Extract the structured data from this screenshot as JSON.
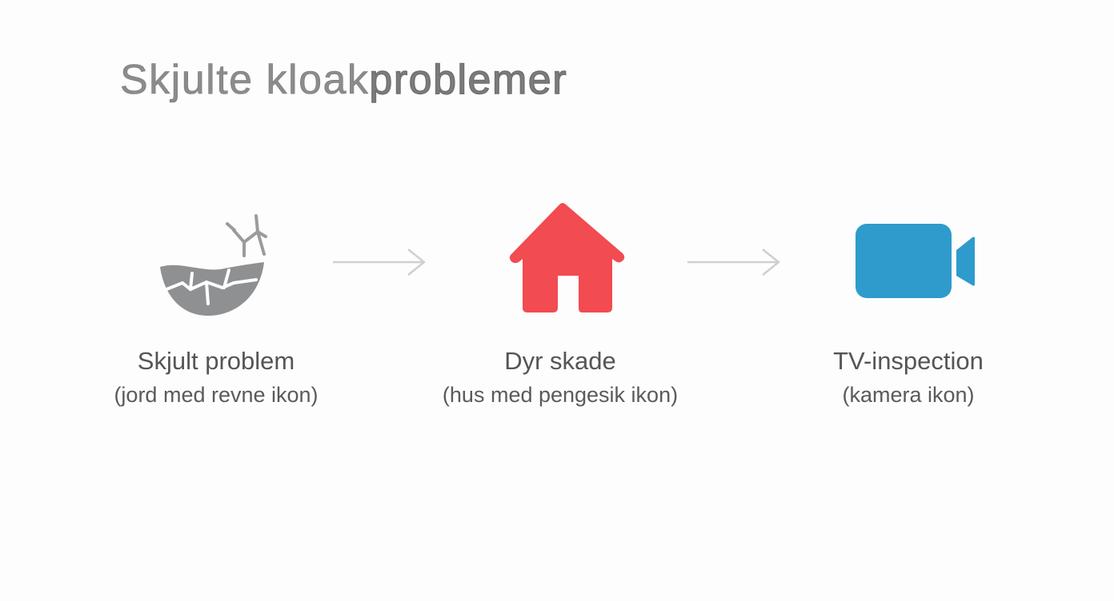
{
  "title": {
    "light": "Skjulte kloak",
    "bold": "problemer"
  },
  "steps": [
    {
      "label": "Skjult problem",
      "sub": "(jord med revne ikon)",
      "icon": "cracked-ground-icon",
      "color": "#8f9092"
    },
    {
      "label": "Dyr skade",
      "sub": "(hus med pengesik ikon)",
      "icon": "house-icon",
      "color": "#f24b51"
    },
    {
      "label": "TV-inspection",
      "sub": "(kamera ikon)",
      "icon": "video-camera-icon",
      "color": "#2e9bcc"
    }
  ],
  "arrows": [
    {
      "icon": "arrow-right-icon",
      "color": "#cfcfcf"
    },
    {
      "icon": "arrow-right-icon",
      "color": "#cfcfcf"
    }
  ]
}
